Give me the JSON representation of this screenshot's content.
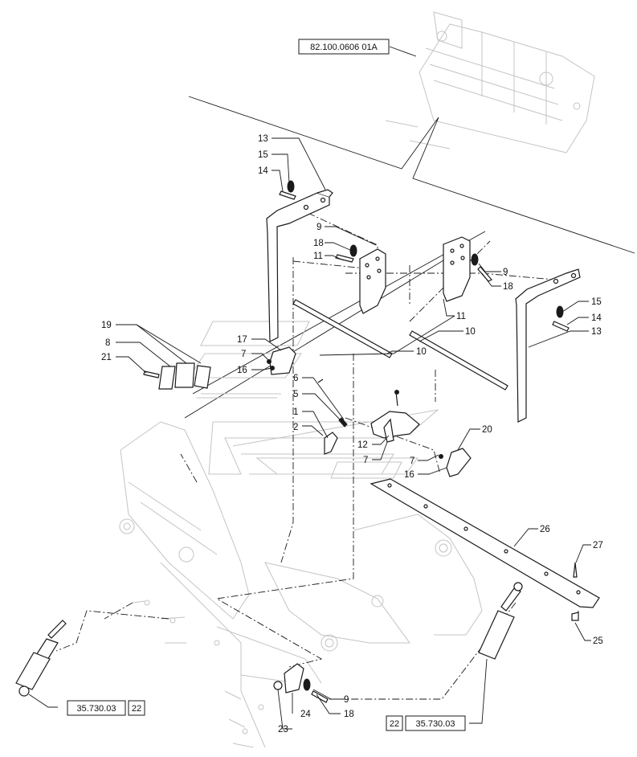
{
  "references": {
    "top": "82.100.0606 01A",
    "bottom_left_code": "35.730.03",
    "bottom_left_sheet": "22",
    "bottom_right_sheet": "22",
    "bottom_right_code": "35.730.03"
  },
  "callouts": {
    "c13a": "13",
    "c15a": "15",
    "c14a": "14",
    "c9a": "9",
    "c18a": "18",
    "c11a": "11",
    "c9b": "9",
    "c18b": "18",
    "c15b": "15",
    "c14b": "14",
    "c13b": "13",
    "c11b": "11",
    "c10b": "10",
    "c10a": "10",
    "c19": "19",
    "c8": "8",
    "c21": "21",
    "c17": "17",
    "c7a": "7",
    "c16a": "16",
    "c6": "6",
    "c5": "5",
    "c1": "1",
    "c2": "2",
    "c12": "12",
    "c7b": "7",
    "c20": "20",
    "c7c": "7",
    "c16b": "16",
    "c26": "26",
    "c27": "27",
    "c25": "25",
    "c9c": "9",
    "c24": "24",
    "c18c": "18",
    "c23": "23"
  }
}
